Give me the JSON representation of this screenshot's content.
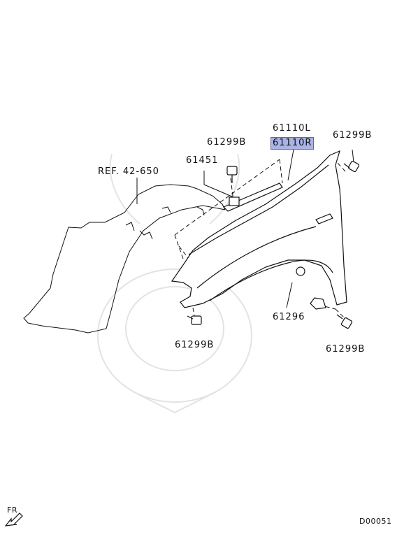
{
  "labels": {
    "part_61110L": "61110L",
    "part_61110R": "61110R",
    "bolt_top_left": "61299B",
    "bolt_top_right": "61299B",
    "clip_61451": "61451",
    "ref": "REF. 42-650",
    "nut_61296": "61296",
    "bolt_bottom_left": "61299B",
    "bolt_bottom_right": "61299B",
    "fr": "FR",
    "code": "D00051"
  },
  "colors": {
    "highlight": "#a9b3e6",
    "line": "#111111",
    "watermark": "#e6e6e6"
  }
}
